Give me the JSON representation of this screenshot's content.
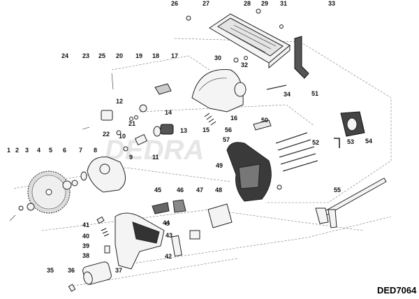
{
  "diagram": {
    "model_code": "DED7064",
    "watermark": "DEDRA",
    "part_numbers": [
      "1",
      "2",
      "3",
      "4",
      "5",
      "6",
      "7",
      "8",
      "9",
      "10",
      "11",
      "12",
      "13",
      "14",
      "15",
      "16",
      "17",
      "18",
      "19",
      "20",
      "21",
      "22",
      "23",
      "24",
      "25",
      "26",
      "27",
      "28",
      "29",
      "30",
      "31",
      "32",
      "33",
      "34",
      "35",
      "36",
      "37",
      "38",
      "39",
      "40",
      "41",
      "42",
      "43",
      "44",
      "45",
      "46",
      "47",
      "48",
      "49",
      "50",
      "51",
      "52",
      "53",
      "54",
      "55",
      "56",
      "57"
    ]
  }
}
